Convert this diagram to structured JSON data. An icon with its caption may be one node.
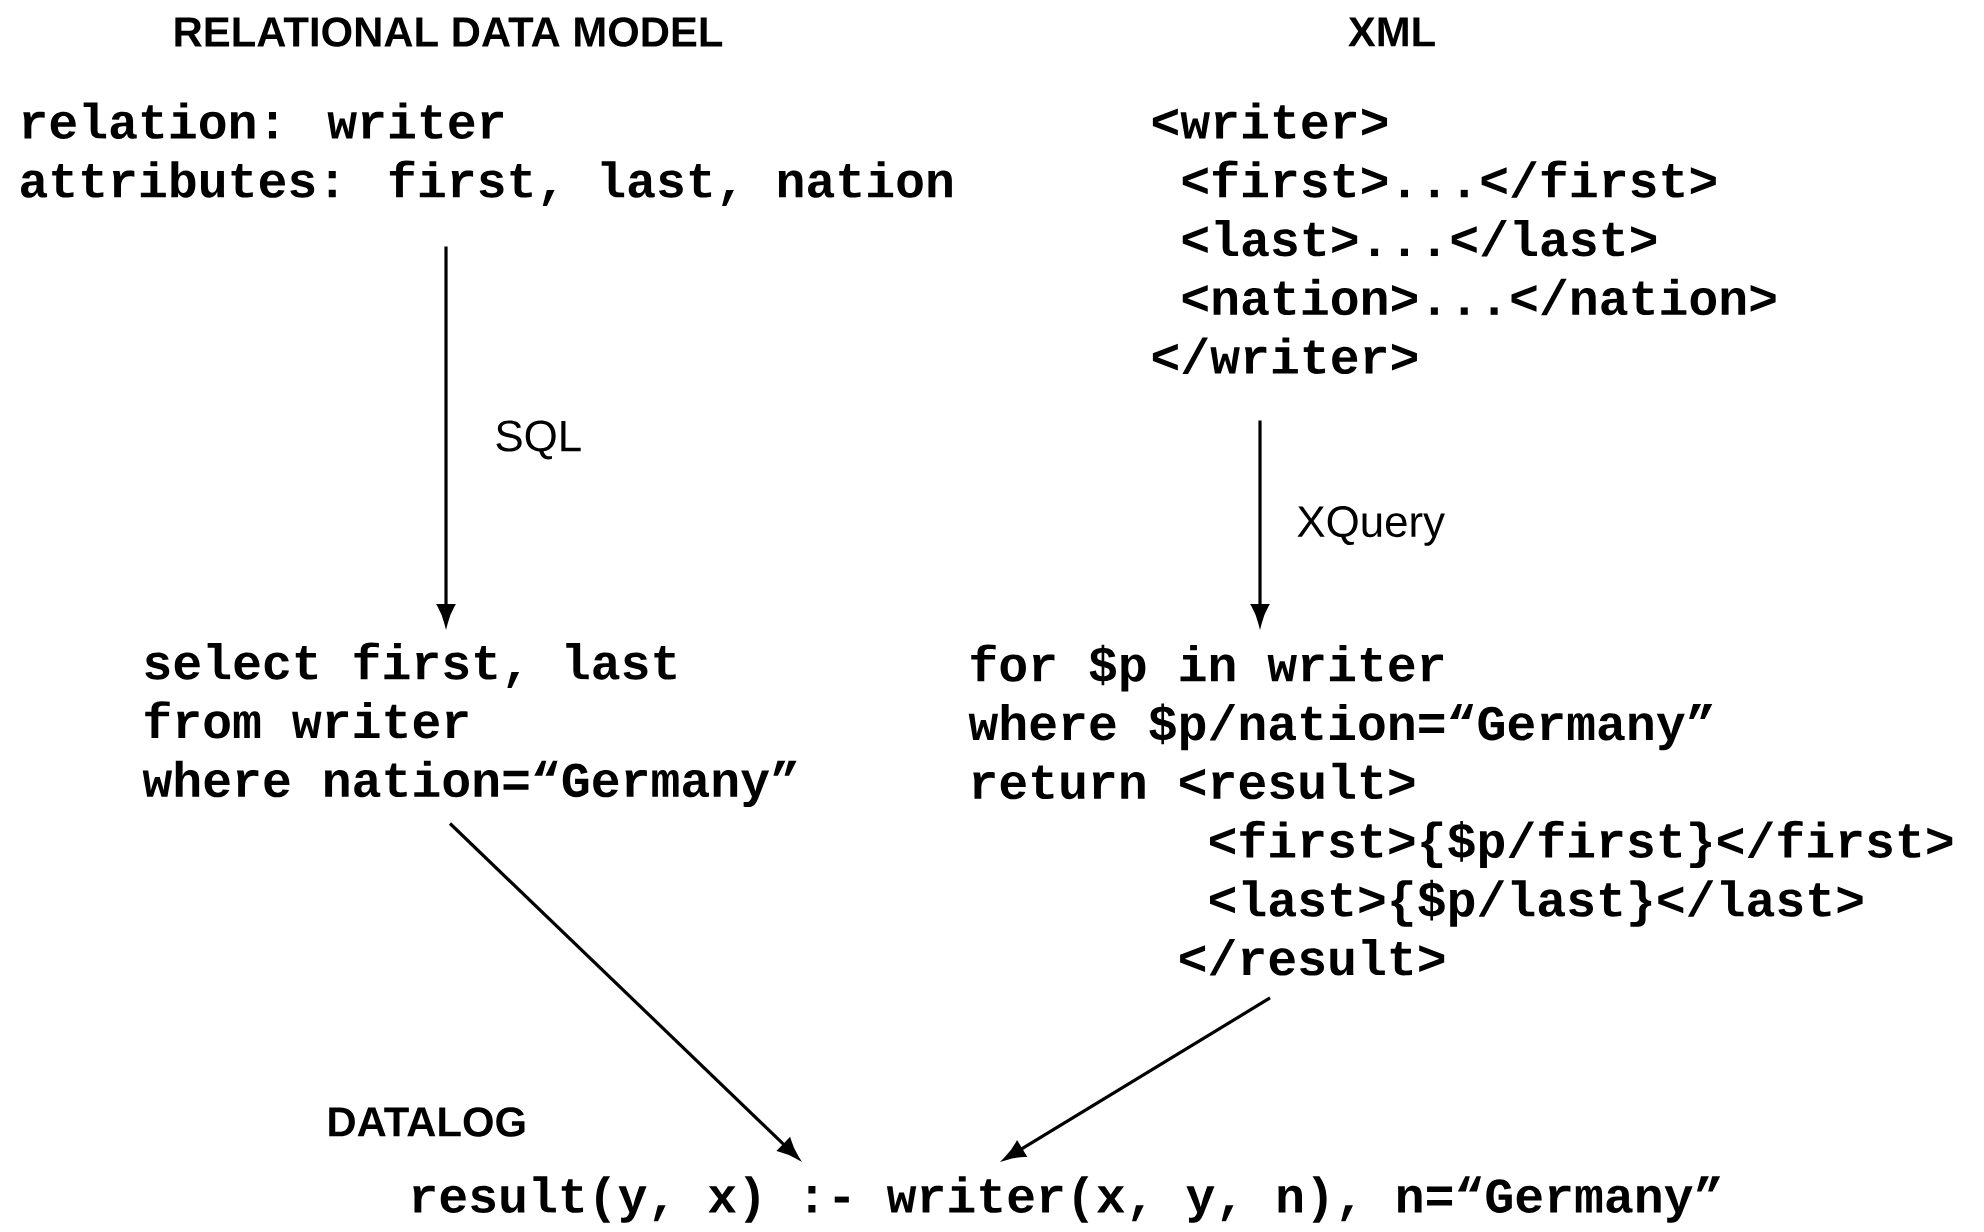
{
  "diagram": {
    "nodes": [
      {
        "text": [
          "relation: writer",
          "attributes: first, last, nation"
        ]
      },
      {
        "text": [
          "<writer>",
          "<first>...</first>",
          "<last>...</last>",
          "<nation>...</nation>",
          "</writer>"
        ]
      },
      {
        "text": [
          "select first, last",
          "from writer",
          "where nation=“Germany”"
        ]
      },
      {
        "text": [
          "for $p in writer",
          "where $p/nation=“Germany”",
          "return <result>",
          "<first>{$p/first}</first>",
          "<last>{$p/last}</last>",
          "</result>"
        ]
      },
      {
        "text": [
          "result(y, x) :- writer(x, y, n), n=“Germany”"
        ]
      }
    ],
    "edges": [
      {
        "from": 0,
        "to": 2,
        "arrow": "to",
        "label": "SQL"
      },
      {
        "from": 1,
        "to": 3,
        "arrow": "to",
        "label": "XQuery"
      },
      {
        "from": 2,
        "to": 4,
        "arrow": "to"
      },
      {
        "from": 3,
        "to": 4,
        "arrow": "to"
      }
    ],
    "labels": [
      "RELATIONAL DATA MODEL",
      "XML",
      "DATALOG"
    ]
  }
}
